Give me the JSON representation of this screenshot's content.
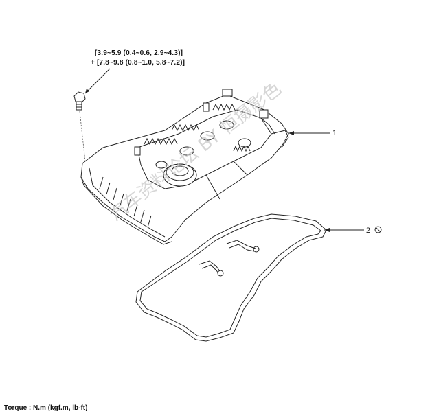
{
  "torque_spec": {
    "line1": "[3.9~5.9 (0.4~0.6, 2.9~4.3)]",
    "line2": "+ [7.8~9.8 (0.8~1.0, 5.8~7.2)]"
  },
  "callouts": [
    {
      "number": "1",
      "part": "cylinder-head-cover"
    },
    {
      "number": "2",
      "part": "cover-gasket",
      "symbol": "do-not-reuse-icon"
    }
  ],
  "footer": {
    "units_note": "Torque : N.m (kgf.m, lb-ft)"
  },
  "watermark": {
    "text": "汽车资料论坛 BY 恒摄影色"
  }
}
